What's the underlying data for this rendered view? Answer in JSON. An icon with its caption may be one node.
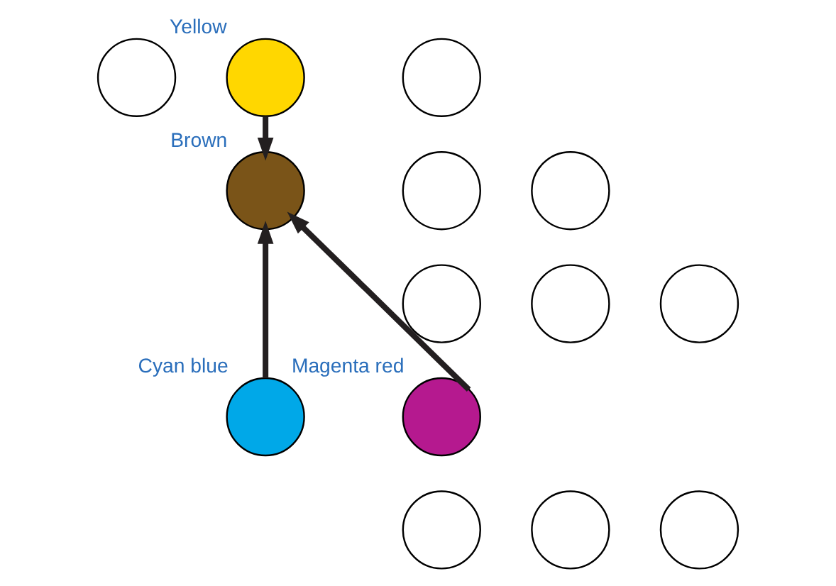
{
  "diagram": {
    "nodes": [
      {
        "text": [],
        "shape": "circle",
        "beside": [
          "Yellow"
        ]
      },
      {
        "text": [],
        "shape": "circle"
      },
      {
        "text": [],
        "shape": "circle"
      },
      {
        "text": [],
        "shape": "circle"
      },
      {
        "text": [],
        "shape": "circle"
      },
      {
        "text": [],
        "shape": "circle",
        "beside": [
          "Brown"
        ]
      },
      {
        "text": [],
        "shape": "circle"
      },
      {
        "text": [],
        "shape": "circle"
      },
      {
        "text": [],
        "shape": "circle"
      },
      {
        "text": [],
        "shape": "circle",
        "beside": [
          "Cyan blue"
        ]
      },
      {
        "text": [],
        "shape": "circle",
        "beside": [
          "Magenta red"
        ]
      },
      {
        "text": [],
        "shape": "circle"
      },
      {
        "text": [],
        "shape": "circle"
      },
      {
        "text": [],
        "shape": "circle"
      }
    ],
    "edges": [
      {
        "from": 0,
        "to": 5,
        "arrow": "to"
      },
      {
        "from": 9,
        "to": 5,
        "arrow": "to"
      },
      {
        "from": 10,
        "to": 5,
        "arrow": "to"
      }
    ]
  }
}
